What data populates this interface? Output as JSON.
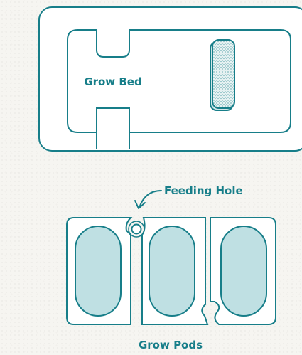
{
  "labels": {
    "grow_bed": "Grow Bed",
    "feeding_hole": "Feeding Hole",
    "grow_pods": "Grow Pods"
  },
  "colors": {
    "stroke": "#177e89",
    "label": "#177e89",
    "pod_fill": "#bfe0e3",
    "insert_fill": "#cfe7e9",
    "panel_fill": "#ffffff",
    "background": "#f6f5f1"
  }
}
